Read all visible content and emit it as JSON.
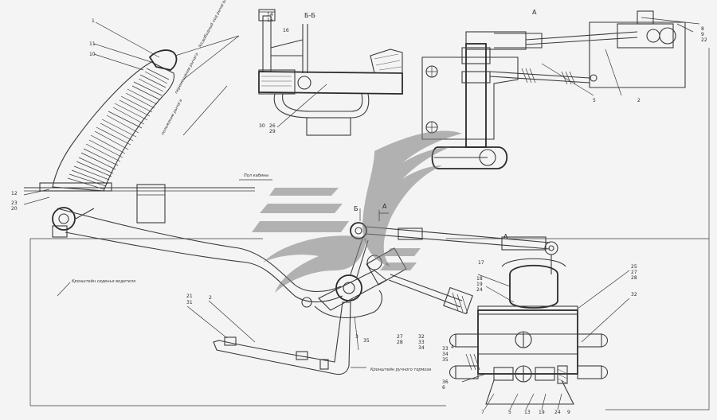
{
  "section_labels": {
    "section_b": "Б-Б",
    "view_a": "А",
    "arrow_a": "А",
    "cut_b": "Б"
  },
  "notes": {
    "cabin_floor": "Пол кабины",
    "brake_lever": "Кронштейн ручного тормоза",
    "driver_seat": "Кронштейн сиденья водителя"
  },
  "callouts": [
    "1",
    "11",
    "10",
    "12",
    "23",
    "20",
    "2",
    "21",
    "31",
    "3",
    "4",
    "5",
    "8",
    "9",
    "22",
    "26",
    "29",
    "30",
    "14",
    "15",
    "16",
    "17",
    "18",
    "19",
    "24",
    "25",
    "27",
    "28",
    "32",
    "33",
    "34",
    "35",
    "36",
    "6",
    "7",
    "13"
  ],
  "colors": {
    "line": "#3a3a3a",
    "background": "#f4f4f4",
    "watermark": "#7a7a7a"
  }
}
